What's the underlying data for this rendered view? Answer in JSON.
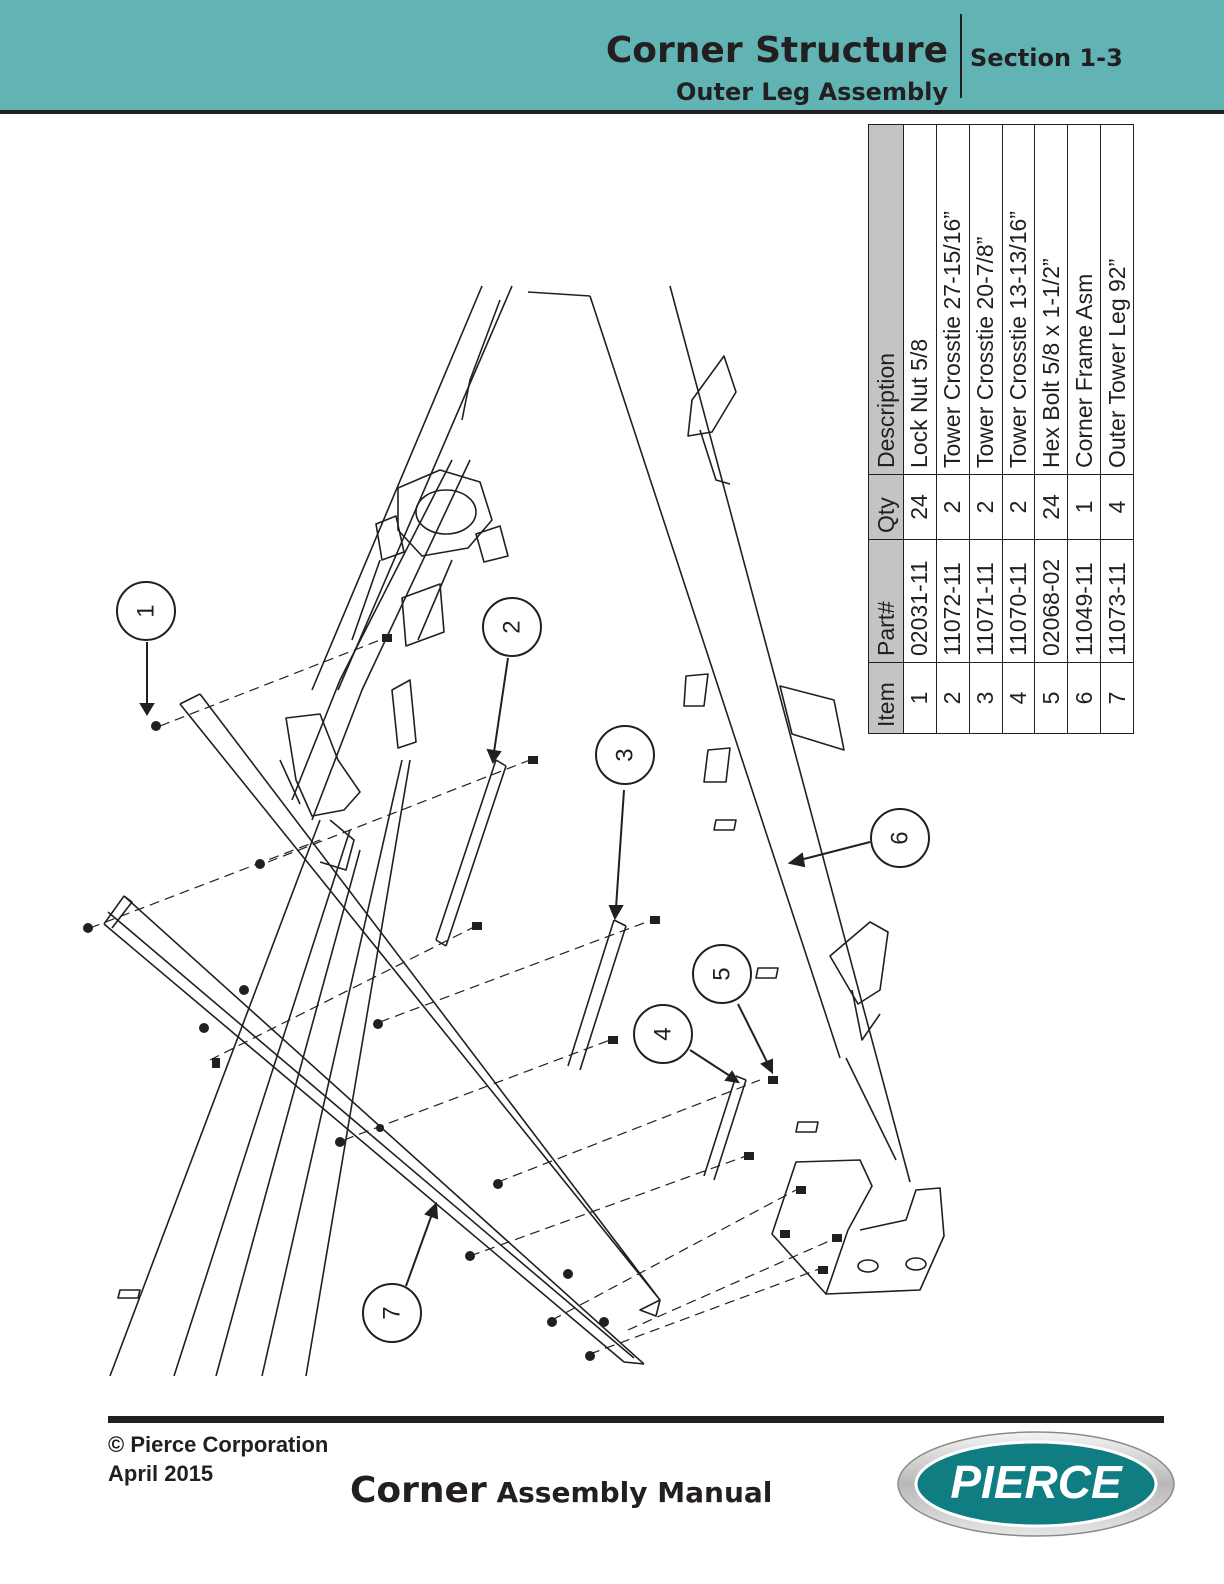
{
  "header": {
    "title": "Corner Structure",
    "subtitle": "Outer Leg Assembly",
    "section": "Section 1-3"
  },
  "parts_table": {
    "headers": [
      "Item",
      "Part#",
      "Qty",
      "Description"
    ],
    "rows": [
      {
        "item": "1",
        "part": "02031-11",
        "qty": "24",
        "description": "Lock Nut 5/8"
      },
      {
        "item": "2",
        "part": "11072-11",
        "qty": "2",
        "description": "Tower Crosstie 27-15/16”"
      },
      {
        "item": "3",
        "part": "11071-11",
        "qty": "2",
        "description": "Tower Crosstie 20-7/8”"
      },
      {
        "item": "4",
        "part": "11070-11",
        "qty": "2",
        "description": "Tower Crosstie 13-13/16”"
      },
      {
        "item": "5",
        "part": "02068-02",
        "qty": "24",
        "description": "Hex Bolt 5/8 x 1-1/2”"
      },
      {
        "item": "6",
        "part": "11049-11",
        "qty": "1",
        "description": "Corner Frame Asm"
      },
      {
        "item": "7",
        "part": "11073-11",
        "qty": "4",
        "description": "Outer Tower Leg 92”"
      }
    ]
  },
  "callouts": [
    "1",
    "2",
    "3",
    "4",
    "5",
    "6",
    "7"
  ],
  "footer": {
    "copyright": "© Pierce Corporation",
    "date": "April 2015",
    "manual_word1": "Corner",
    "manual_rest": "Assembly Manual",
    "logo_text": "PIERCE"
  },
  "colors": {
    "header_bg": "#61b3b4",
    "table_header_bg": "#c4c4c4",
    "logo_teal": "#0f7d82",
    "ink": "#231f20"
  }
}
